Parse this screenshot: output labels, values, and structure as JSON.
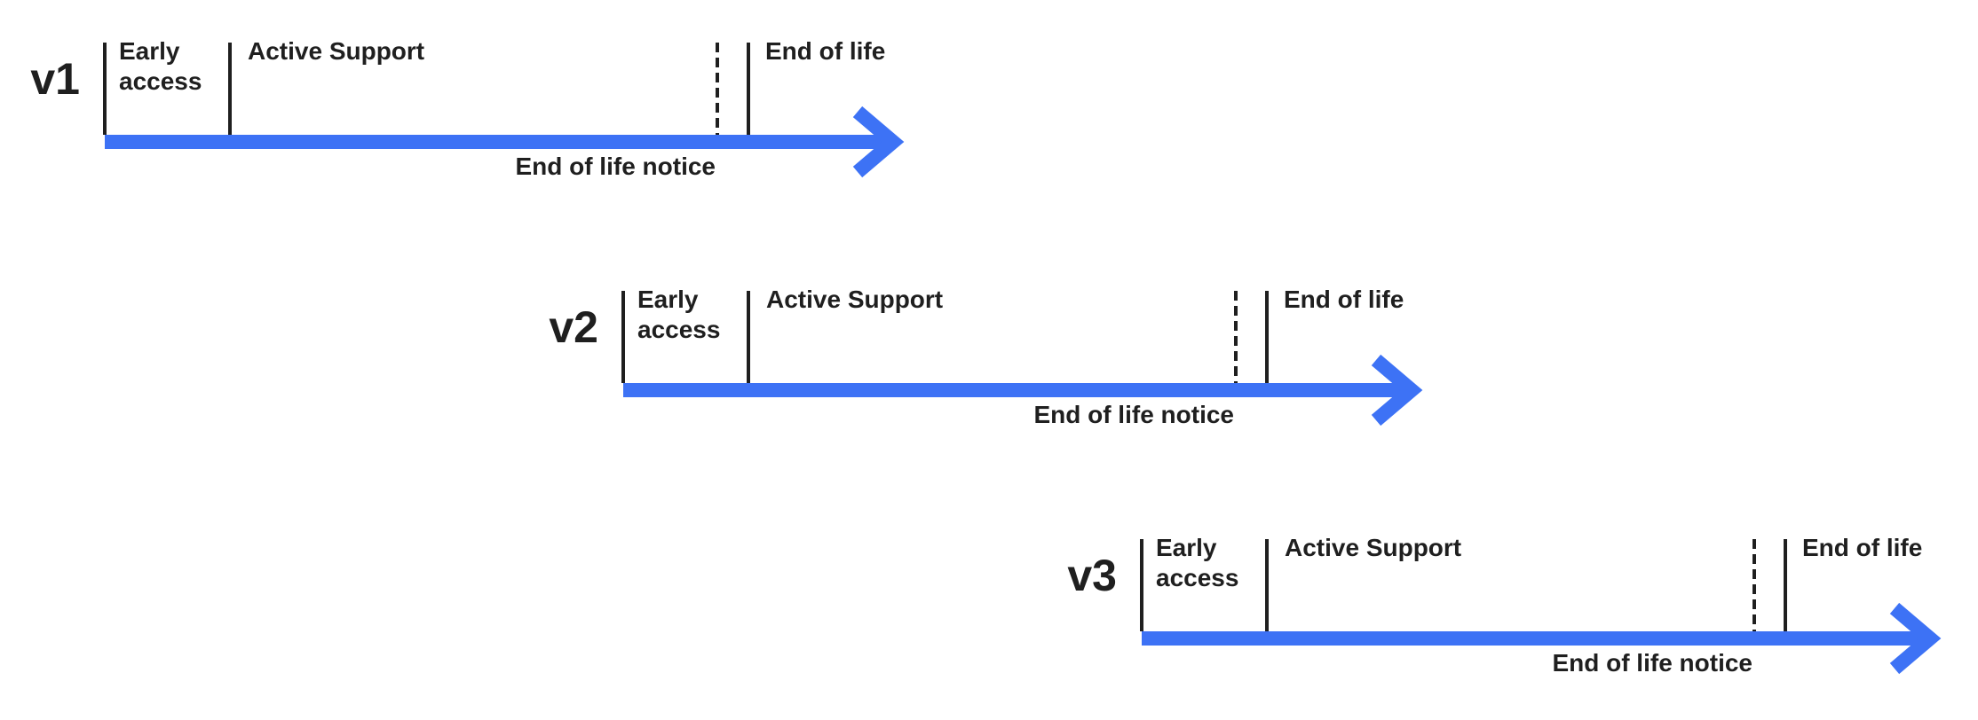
{
  "colors": {
    "arrow": "#3d72f5",
    "text": "#1f1f1f",
    "line": "#1f1f1f",
    "background": "#ffffff"
  },
  "timelines": [
    {
      "version": "v1",
      "segments": {
        "early_access": "Early access",
        "active_support": "Active Support",
        "end_of_life": "End of life"
      },
      "notice": "End of life notice"
    },
    {
      "version": "v2",
      "segments": {
        "early_access": "Early access",
        "active_support": "Active Support",
        "end_of_life": "End of life"
      },
      "notice": "End of life notice"
    },
    {
      "version": "v3",
      "segments": {
        "early_access": "Early access",
        "active_support": "Active Support",
        "end_of_life": "End of life"
      },
      "notice": "End of life notice"
    }
  ]
}
